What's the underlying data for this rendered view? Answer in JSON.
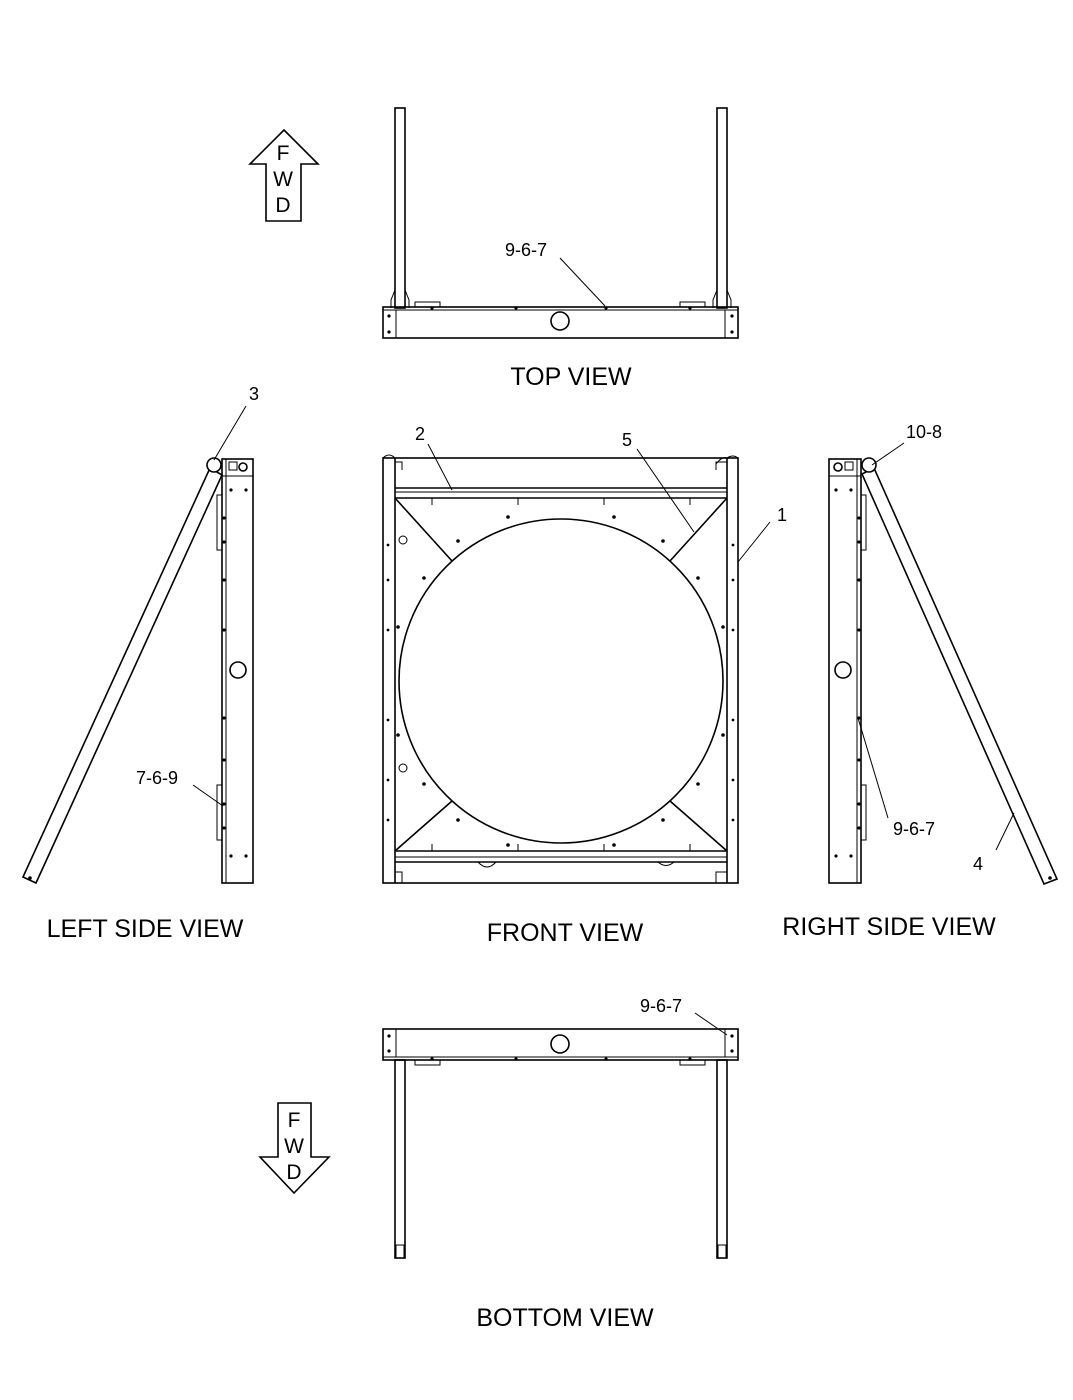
{
  "views": {
    "top": "TOP VIEW",
    "left": "LEFT SIDE VIEW",
    "front": "FRONT VIEW",
    "right": "RIGHT SIDE VIEW",
    "bottom": "BOTTOM VIEW"
  },
  "callouts": {
    "top_9_6_7": "9-6-7",
    "left_3": "3",
    "left_7_6_9": "7-6-9",
    "front_2": "2",
    "front_5": "5",
    "front_1": "1",
    "right_10_8": "10-8",
    "right_9_6_7": "9-6-7",
    "right_4": "4",
    "bottom_9_6_7": "9-6-7"
  },
  "fwd_arrows": {
    "top": [
      "F",
      "W",
      "D"
    ],
    "bottom": [
      "F",
      "W",
      "D"
    ]
  },
  "icons": {
    "fwd_up": "arrow-up-icon",
    "fwd_down": "arrow-down-icon"
  }
}
